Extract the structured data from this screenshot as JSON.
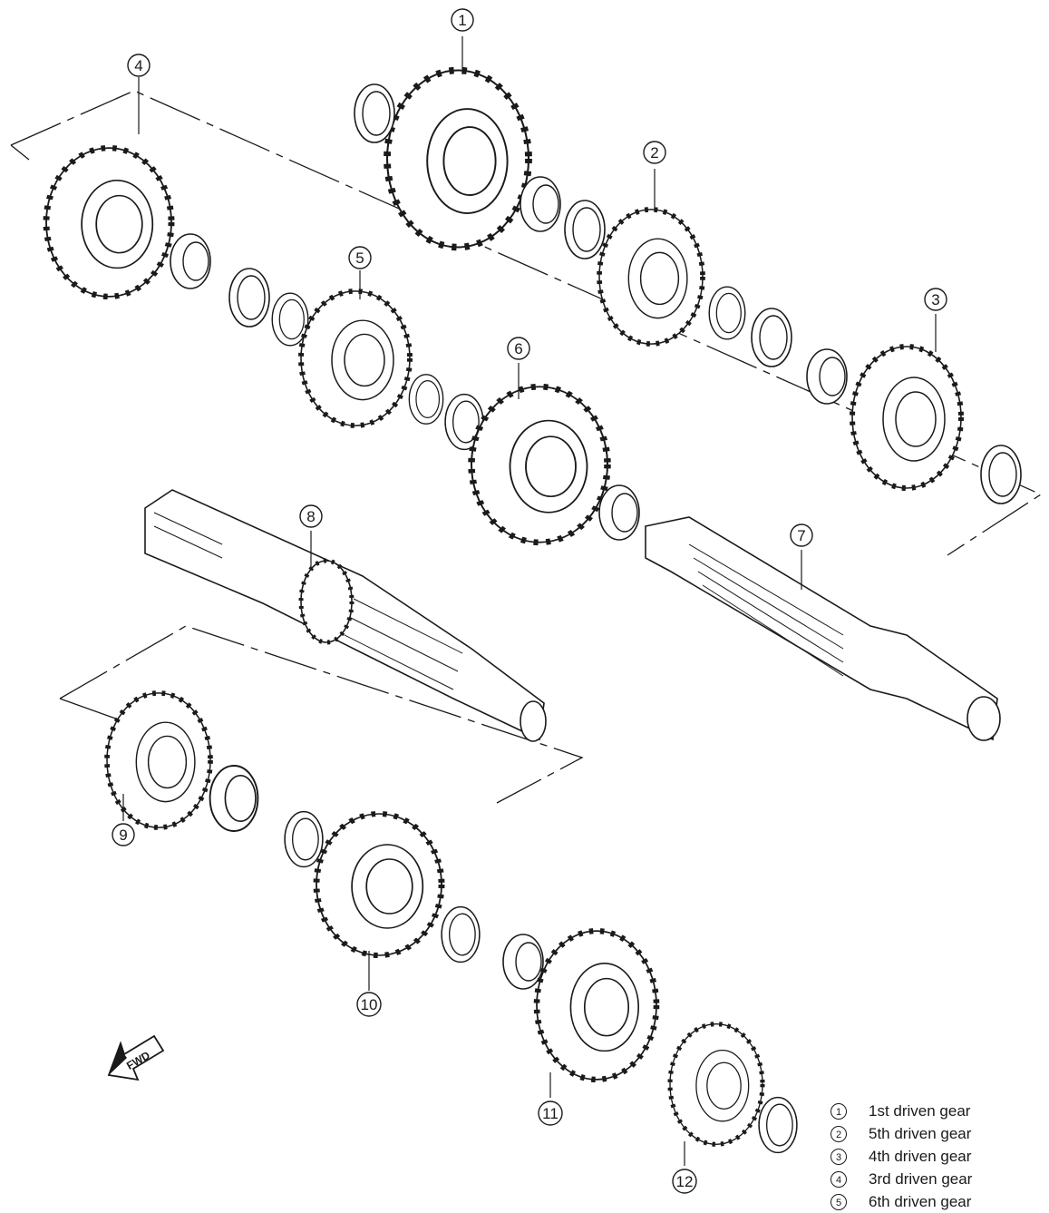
{
  "callouts": [
    {
      "num": "1"
    },
    {
      "num": "2"
    },
    {
      "num": "3"
    },
    {
      "num": "4"
    },
    {
      "num": "5"
    },
    {
      "num": "6"
    },
    {
      "num": "7"
    },
    {
      "num": "8"
    },
    {
      "num": "9"
    },
    {
      "num": "10"
    },
    {
      "num": "11"
    },
    {
      "num": "12"
    }
  ],
  "fwd_label": "FWD",
  "legend": [
    {
      "num": "1",
      "label": "1st driven gear"
    },
    {
      "num": "2",
      "label": "5th driven gear"
    },
    {
      "num": "3",
      "label": "4th driven gear"
    },
    {
      "num": "4",
      "label": "3rd driven gear"
    },
    {
      "num": "5",
      "label": "6th driven gear"
    }
  ],
  "colors": {
    "line": "#1a1a1a",
    "background": "#ffffff"
  }
}
